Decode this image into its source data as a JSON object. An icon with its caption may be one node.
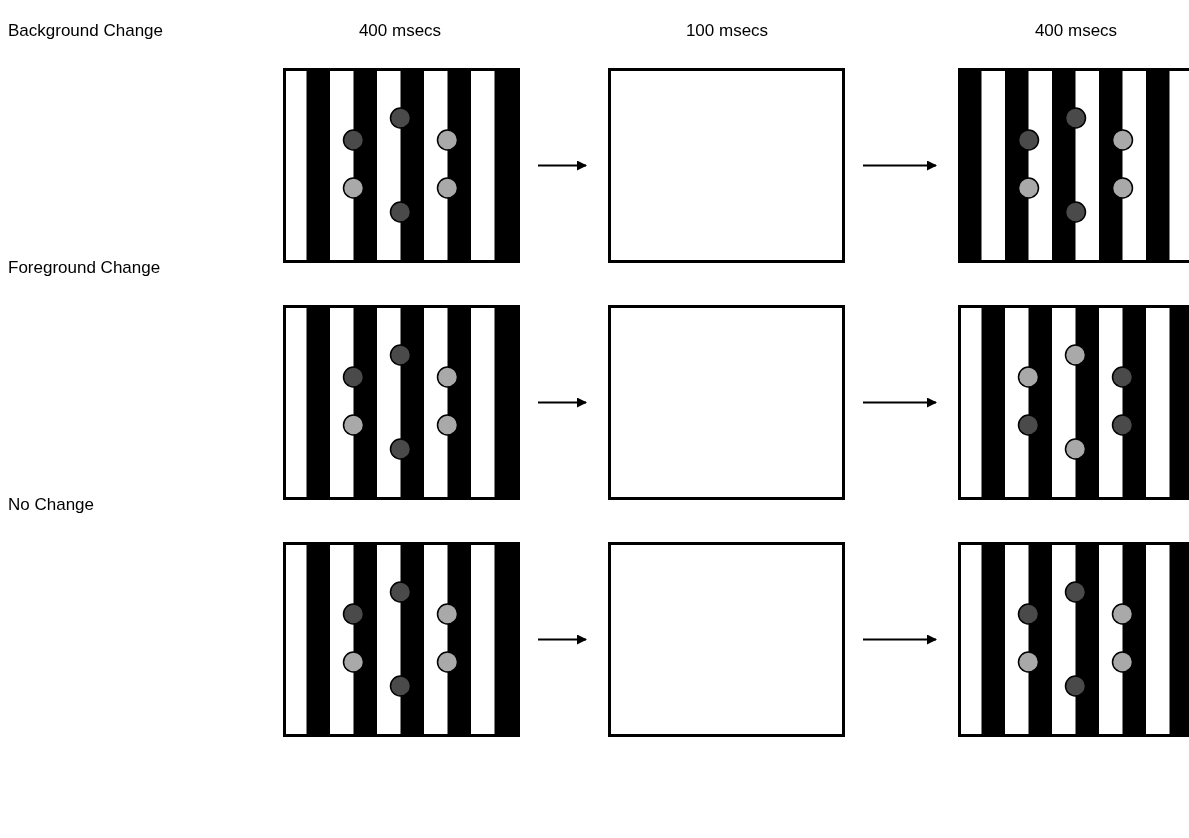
{
  "diagram": {
    "nodes": [
      {
        "text": [],
        "shape": "picture"
      },
      {
        "text": [],
        "shape": "box"
      },
      {
        "text": [],
        "shape": "picture"
      },
      {
        "text": [],
        "shape": "picture"
      },
      {
        "text": [],
        "shape": "box"
      },
      {
        "text": [],
        "shape": "picture"
      },
      {
        "text": [],
        "shape": "picture"
      },
      {
        "text": [],
        "shape": "box"
      },
      {
        "text": [],
        "shape": "picture"
      }
    ],
    "edges": [
      {
        "from": 0,
        "to": 1,
        "arrow": "to"
      },
      {
        "from": 1,
        "to": 2,
        "arrow": "to"
      },
      {
        "from": 3,
        "to": 4,
        "arrow": "to"
      },
      {
        "from": 4,
        "to": 5,
        "arrow": "to"
      },
      {
        "from": 6,
        "to": 7,
        "arrow": "to"
      },
      {
        "from": 7,
        "to": 8,
        "arrow": "to"
      }
    ],
    "labels": [
      "Background Change",
      "400 msecs",
      "100 msecs",
      "400 msecs",
      "Foreground Change",
      "No Change"
    ]
  }
}
